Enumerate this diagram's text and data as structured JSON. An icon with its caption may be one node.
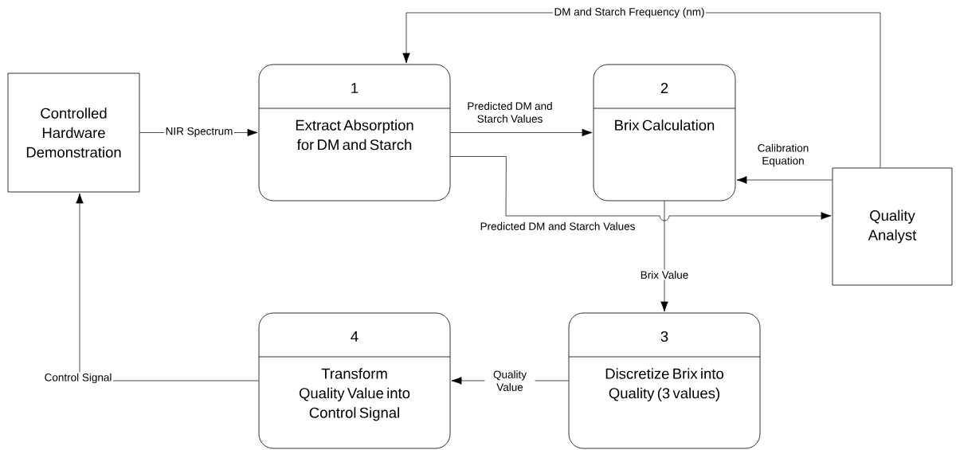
{
  "diagram": {
    "nodes": [
      {
        "text": [
          "Controlled Hardware Demonstration"
        ]
      },
      {
        "text": [
          "1",
          "Extract Absorption for DM and Starch"
        ]
      },
      {
        "text": [
          "2",
          "Brix Calculation"
        ]
      },
      {
        "text": [
          "Quality Analyst"
        ]
      },
      {
        "text": [
          "4",
          "Transform Quality Value into Control Signal"
        ]
      },
      {
        "text": [
          "3",
          "Discretize Brix into Quality (3 values)"
        ]
      }
    ],
    "edges": [
      {
        "from": 0,
        "to": 1,
        "arrow": "to",
        "label": "NIR Spectrum"
      },
      {
        "from": 1,
        "to": 2,
        "arrow": "to",
        "label": "Predicted DM and Starch Values"
      },
      {
        "from": 1,
        "to": 3,
        "arrow": "to",
        "label": "Predicted DM and Starch Values"
      },
      {
        "from": 3,
        "to": 2,
        "arrow": "to",
        "label": "Calibration Equation"
      },
      {
        "from": 3,
        "to": 1,
        "arrow": "to",
        "label": "DM and Starch Frequency (nm)"
      },
      {
        "from": 2,
        "to": 5,
        "arrow": "to",
        "label": "Brix Value"
      },
      {
        "from": 5,
        "to": 4,
        "arrow": "to",
        "label": "Quality Value"
      },
      {
        "from": 4,
        "to": 0,
        "arrow": "to",
        "label": "Control Signal"
      }
    ]
  }
}
